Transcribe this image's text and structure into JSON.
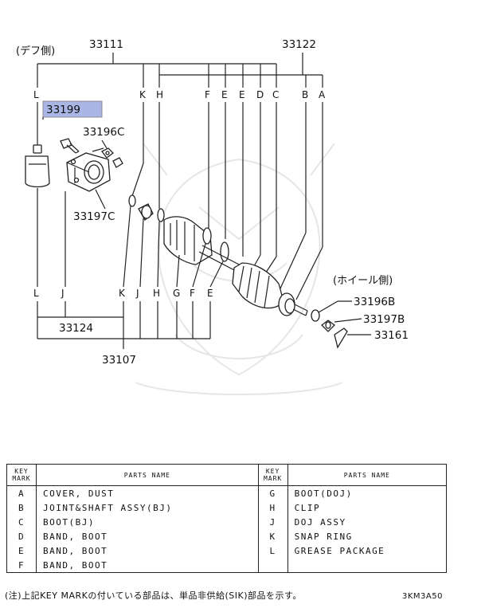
{
  "diagram": {
    "side_diff": "(デフ側)",
    "side_wheel": "(ホイール側)",
    "parts": {
      "p33111": "33111",
      "p33122": "33122",
      "p33199": "33199",
      "p33196c": "33196C",
      "p33197c": "33197C",
      "p33124": "33124",
      "p33107": "33107",
      "p33196b": "33196B",
      "p33197b": "33197B",
      "p33161": "33161"
    },
    "top_keys": [
      "L",
      "K",
      "H",
      "F",
      "E",
      "E",
      "D",
      "C",
      "B",
      "A"
    ],
    "bottom_keys": [
      "L",
      "J",
      "K",
      "J",
      "H",
      "G",
      "F",
      "E"
    ],
    "highlight_color": "#aab6e6"
  },
  "table": {
    "header_key": "KEY MARK",
    "header_name": "PARTS NAME",
    "left": [
      {
        "key": "A",
        "name": "COVER, DUST"
      },
      {
        "key": "B",
        "name": "JOINT&SHAFT ASSY(BJ)"
      },
      {
        "key": "C",
        "name": "BOOT(BJ)"
      },
      {
        "key": "D",
        "name": "BAND, BOOT"
      },
      {
        "key": "E",
        "name": "BAND, BOOT"
      },
      {
        "key": "F",
        "name": "BAND, BOOT"
      }
    ],
    "right": [
      {
        "key": "G",
        "name": "BOOT(DOJ)"
      },
      {
        "key": "H",
        "name": "CLIP"
      },
      {
        "key": "J",
        "name": "DOJ ASSY"
      },
      {
        "key": "K",
        "name": "SNAP RING"
      },
      {
        "key": "L",
        "name": "GREASE PACKAGE"
      },
      {
        "key": "",
        "name": ""
      }
    ]
  },
  "note": "(注)上記KEY MARKの付いている部品は、単品非供給(SIK)部品を示す。",
  "code": "3KM3A50"
}
